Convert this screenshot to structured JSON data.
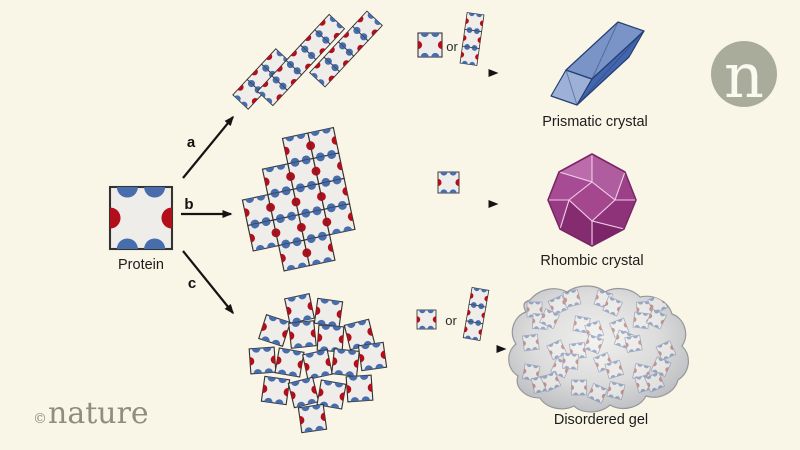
{
  "canvas": {
    "background": "#faf6e7"
  },
  "figure": {
    "protein": {
      "label": "Protein"
    },
    "pathways": [
      {
        "id": "a",
        "label": "a",
        "or_label": "or",
        "outcome": "Prismatic crystal"
      },
      {
        "id": "b",
        "label": "b",
        "outcome": "Rhombic crystal"
      },
      {
        "id": "c",
        "label": "c",
        "or_label": "or",
        "outcome": "Disordered gel"
      }
    ]
  },
  "branding": {
    "logo_letter": "n",
    "copyright_symbol": "©",
    "brand_name": "nature"
  },
  "colors": {
    "background": "#faf6e7",
    "tile_fill": "#efedea",
    "tile_border": "#333333",
    "binder_blue": "#486dad",
    "binder_red": "#b30e1c",
    "prism_front": "#4365ad",
    "prism_top": "#7a94c8",
    "prism_end": "#9db0d6",
    "rhombic_purple": "#a84b95",
    "gel_gray": "#c9cacd",
    "logo_gray": "#a9ab9b",
    "text": "#1c1c1c"
  }
}
